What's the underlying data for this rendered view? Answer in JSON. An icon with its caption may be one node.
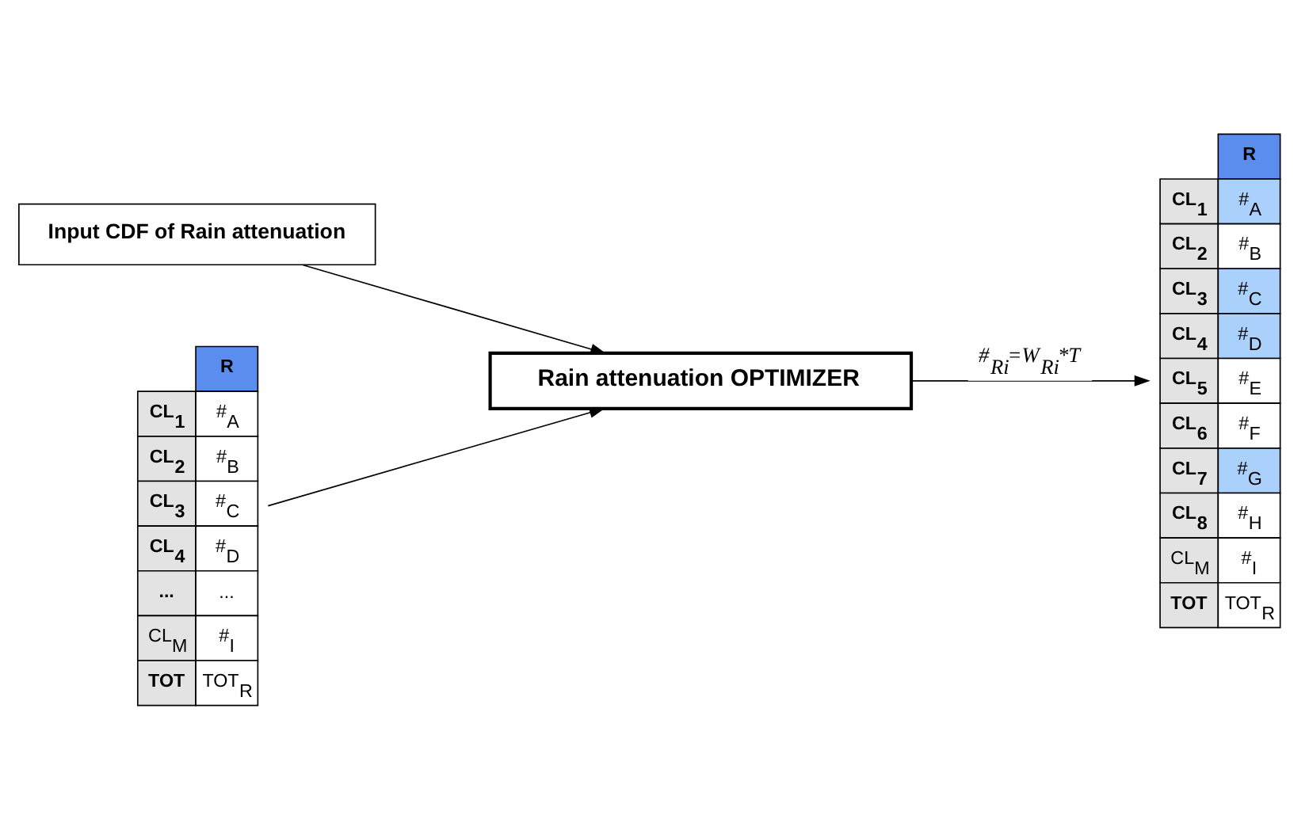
{
  "diagram": {
    "nodes": [
      {
        "text": [
          "Input CDF of Rain attenuation"
        ]
      },
      {
        "text": [
          "R",
          "CL$_{1}$",
          "#$_{A}$",
          "CL$_{2}$",
          "#$_{B}$",
          "CL$_{3}$",
          "#$_{C}$",
          "CL$_{4}$",
          "#$_{D}$",
          "...",
          "...",
          "CL$_{M}$",
          "#$_{I}$",
          "TOT",
          "TOT$_{R}$"
        ]
      },
      {
        "text": [
          "Rain attenuation OPTIMIZER"
        ]
      },
      {
        "text": [
          "R",
          "CL$_{1}$",
          "#$_{A}$",
          "CL$_{2}$",
          "#$_{B}$",
          "CL$_{3}$",
          "#$_{C}$",
          "CL$_{4}$",
          "#$_{D}$",
          "CL$_{5}$",
          "#$_{E}$",
          "CL$_{6}$",
          "#$_{F}$",
          "CL$_{7}$",
          "#$_{G}$",
          "CL$_{8}$",
          "#$_{H}$",
          "CL$_{M}$",
          "#$_{I}$",
          "TOT",
          "TOT$_{R}$"
        ]
      }
    ],
    "edges": [
      {
        "from": 0,
        "to": 2,
        "arrow": "to"
      },
      {
        "from": 1,
        "to": 2,
        "arrow": "to"
      },
      {
        "from": 2,
        "to": 3,
        "arrow": "to",
        "label": "#$_{Ri}$=W$_{Ri}$*T"
      }
    ]
  }
}
